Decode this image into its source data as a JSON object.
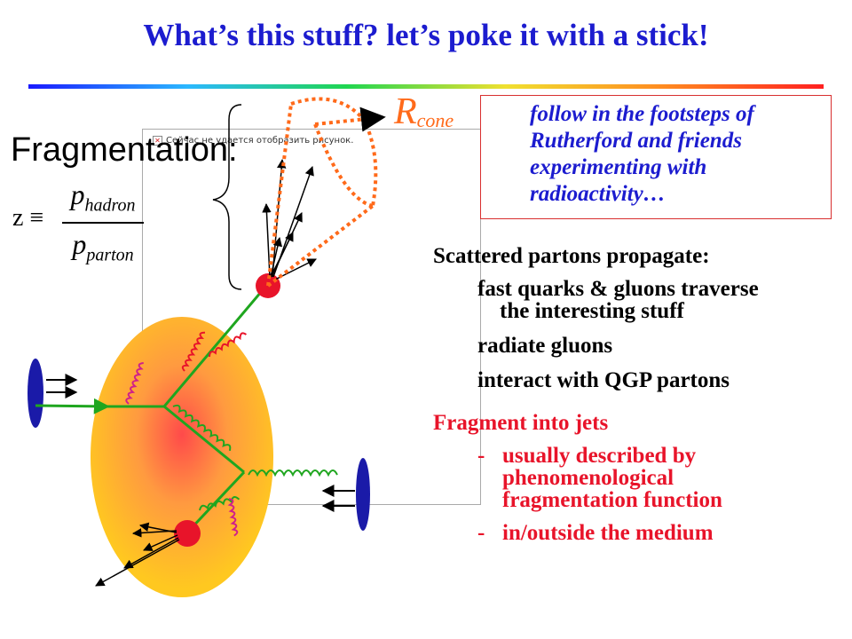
{
  "title": "What’s this stuff? let’s poke it with a stick!",
  "broken_image_message": "Сейчас не удается отобразить рисунок.",
  "fragmentation": {
    "label": "Fragmentation:",
    "z_symbol": "z ≡",
    "numerator_p": "p",
    "numerator_sub": "hadron",
    "denominator_p": "p",
    "denominator_sub": "parton"
  },
  "r_cone": {
    "R": "R",
    "sub": "cone"
  },
  "quote": [
    "follow in the footsteps of",
    "Rutherford and friends",
    "experimenting with",
    "radioactivity…"
  ],
  "bullets": {
    "heading": "Scattered partons propagate:",
    "items": [
      {
        "line1": "fast quarks & gluons traverse",
        "line2": "the interesting stuff"
      },
      {
        "line1": "radiate gluons"
      },
      {
        "line1": "interact with QGP partons"
      }
    ],
    "red_heading": "Fragment into jets",
    "red_dash": "-",
    "red_items": [
      {
        "lines": [
          "usually described by",
          "phenomenological",
          "fragmentation function"
        ]
      },
      {
        "lines": [
          "in/outside the medium"
        ]
      }
    ]
  },
  "colors": {
    "title": "#1c1ccf",
    "cone_dots": "#ff6a1a",
    "parton_track": "#1fa61f",
    "fireball_center": "#ff4a4a",
    "fireball_edge": "#ffc820",
    "nucleus": "#1a1aa8",
    "gluon_pink": "#d0208a",
    "gluon_red": "#e8142a",
    "red_text": "#e8142a"
  }
}
